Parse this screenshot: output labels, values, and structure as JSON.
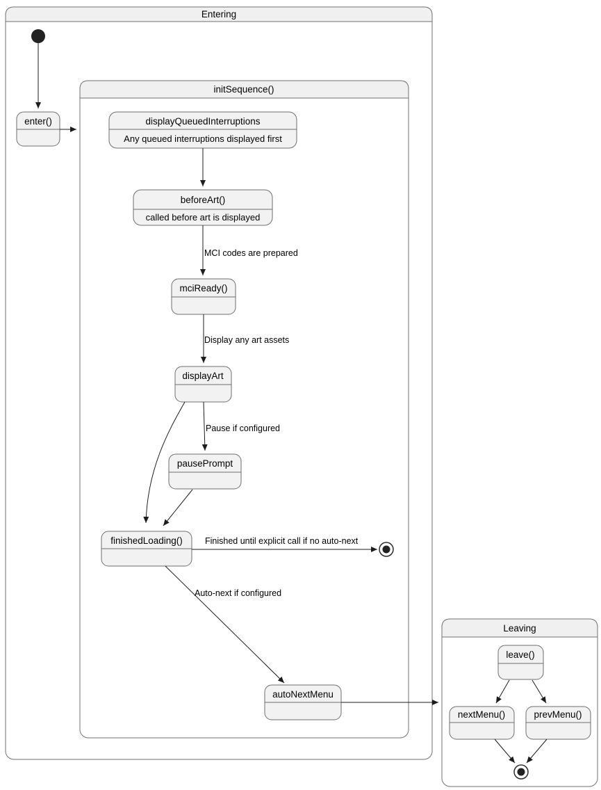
{
  "diagram": {
    "type": "uml-state-diagram",
    "containers": {
      "entering": {
        "label": "Entering"
      },
      "init_sequence": {
        "label": "initSequence()"
      },
      "leaving": {
        "label": "Leaving"
      }
    },
    "states": {
      "enter": {
        "label": "enter()"
      },
      "display_queued_interruptions": {
        "label": "displayQueuedInterruptions",
        "description": "Any queued interruptions displayed first"
      },
      "before_art": {
        "label": "beforeArt()",
        "description": "called before art is displayed"
      },
      "mci_ready": {
        "label": "mciReady()"
      },
      "display_art": {
        "label": "displayArt"
      },
      "pause_prompt": {
        "label": "pausePrompt"
      },
      "finished_loading": {
        "label": "finishedLoading()"
      },
      "auto_next_menu": {
        "label": "autoNextMenu"
      },
      "leave": {
        "label": "leave()"
      },
      "next_menu": {
        "label": "nextMenu()"
      },
      "prev_menu": {
        "label": "prevMenu()"
      }
    },
    "transitions": {
      "mci_codes_prepared": "MCI codes are prepared",
      "display_art_assets": "Display any art assets",
      "pause_if_configured": "Pause if configured",
      "finished_no_autonext": "Finished until explicit call if no auto-next",
      "autonext_configured": "Auto-next if configured"
    },
    "symbols": {
      "initial_state": "initial-state-dot-icon",
      "final_state": "final-state-target-icon"
    },
    "colors": {
      "state_fill": "#f2f2f2",
      "state_border": "#6e6e6e",
      "container_border": "#717171",
      "titlebar_fill": "#f0f0f0",
      "edge_line": "#1c1c1c",
      "text": "#000000",
      "background": "#ffffff"
    }
  }
}
